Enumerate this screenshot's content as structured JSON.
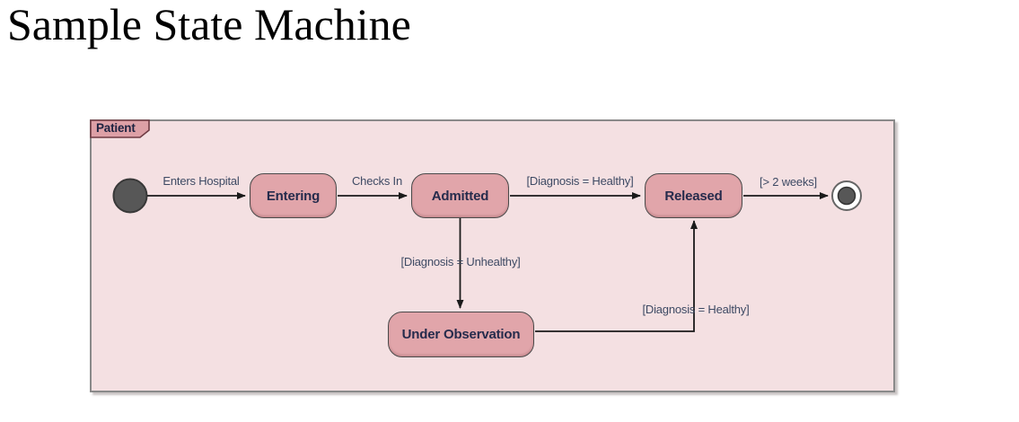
{
  "title": "Sample State Machine",
  "diagram": {
    "type": "uml-state-machine",
    "frame_label": "Patient",
    "states": [
      {
        "name": "Entering"
      },
      {
        "name": "Admitted"
      },
      {
        "name": "Released"
      },
      {
        "name": "Under Observation"
      }
    ],
    "pseudostates": [
      {
        "kind": "initial"
      },
      {
        "kind": "final"
      }
    ],
    "transitions": [
      {
        "from": "initial",
        "to": "Entering",
        "label": "Enters Hospital"
      },
      {
        "from": "Entering",
        "to": "Admitted",
        "label": "Checks In"
      },
      {
        "from": "Admitted",
        "to": "Released",
        "label": "[Diagnosis = Healthy]"
      },
      {
        "from": "Released",
        "to": "final",
        "label": "[> 2 weeks]"
      },
      {
        "from": "Admitted",
        "to": "Under Observation",
        "label": "[Diagnosis = Unhealthy]"
      },
      {
        "from": "Under Observation",
        "to": "Released",
        "label": "[Diagnosis = Healthy]"
      }
    ],
    "colors": {
      "frame_fill": "#f4e0e2",
      "frame_border": "#8a8a8a",
      "state_fill": "#e1a5aa",
      "state_border": "#4a4a4a",
      "state_text": "#262b4c",
      "tab_fill": "#dda0a6",
      "tab_border": "#6e3b43",
      "label_text": "#3e4a64",
      "edge": "#1a1a1a",
      "pseudostate_fill": "#575757"
    }
  }
}
